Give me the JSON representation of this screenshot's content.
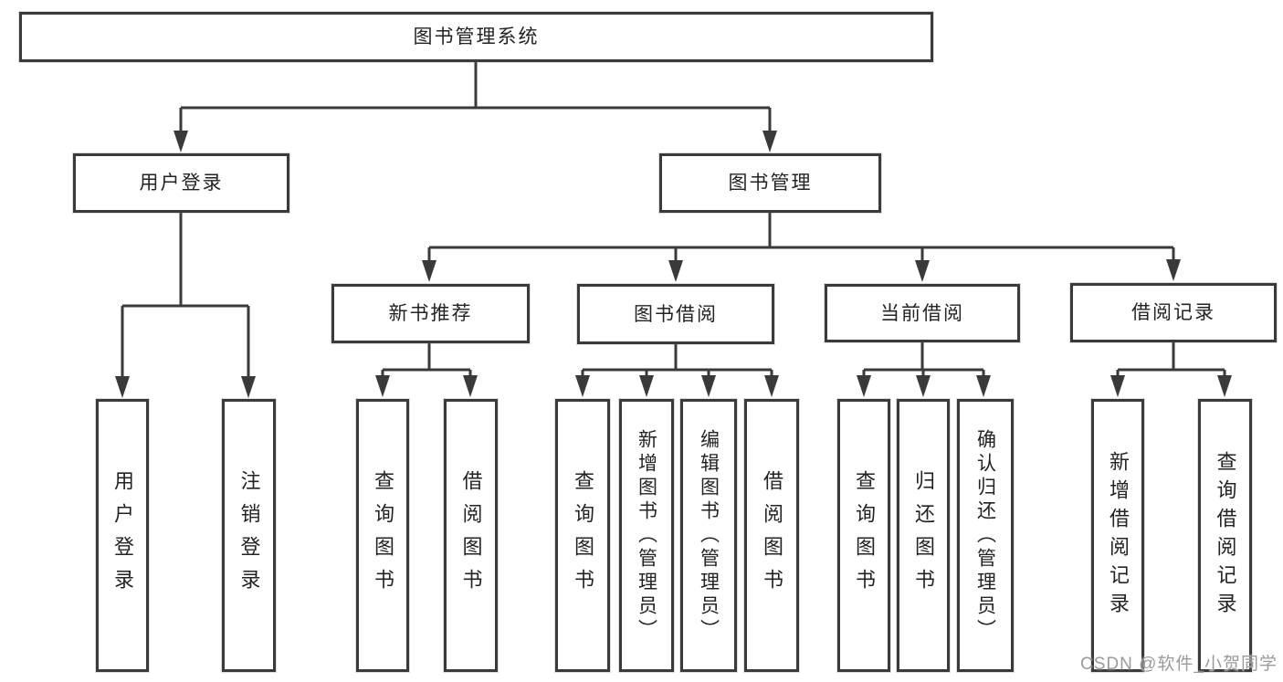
{
  "diagram": {
    "root": {
      "label": "图书管理系统"
    },
    "branches": [
      {
        "label": "用户登录",
        "children": [
          {
            "label": "用户登录"
          },
          {
            "label": "注销登录"
          }
        ]
      },
      {
        "label": "图书管理",
        "modules": [
          {
            "label": "新书推荐",
            "children": [
              {
                "label": "查询图书"
              },
              {
                "label": "借阅图书"
              }
            ]
          },
          {
            "label": "图书借阅",
            "children": [
              {
                "label": "查询图书"
              },
              {
                "label": "新增图书（管理员）"
              },
              {
                "label": "编辑图书（管理员）"
              },
              {
                "label": "借阅图书"
              }
            ]
          },
          {
            "label": "当前借阅",
            "children": [
              {
                "label": "查询图书"
              },
              {
                "label": "归还图书"
              },
              {
                "label": "确认归还（管理员）"
              }
            ]
          },
          {
            "label": "借阅记录",
            "children": [
              {
                "label": "新增借阅记录"
              },
              {
                "label": "查询借阅记录"
              }
            ]
          }
        ]
      }
    ]
  },
  "watermark": {
    "text": "CSDN @软件_小贺同学"
  },
  "colors": {
    "line": "#3a3a3d",
    "text": "#232326",
    "watermark": "#9b9b9d",
    "background": "#ffffff"
  }
}
